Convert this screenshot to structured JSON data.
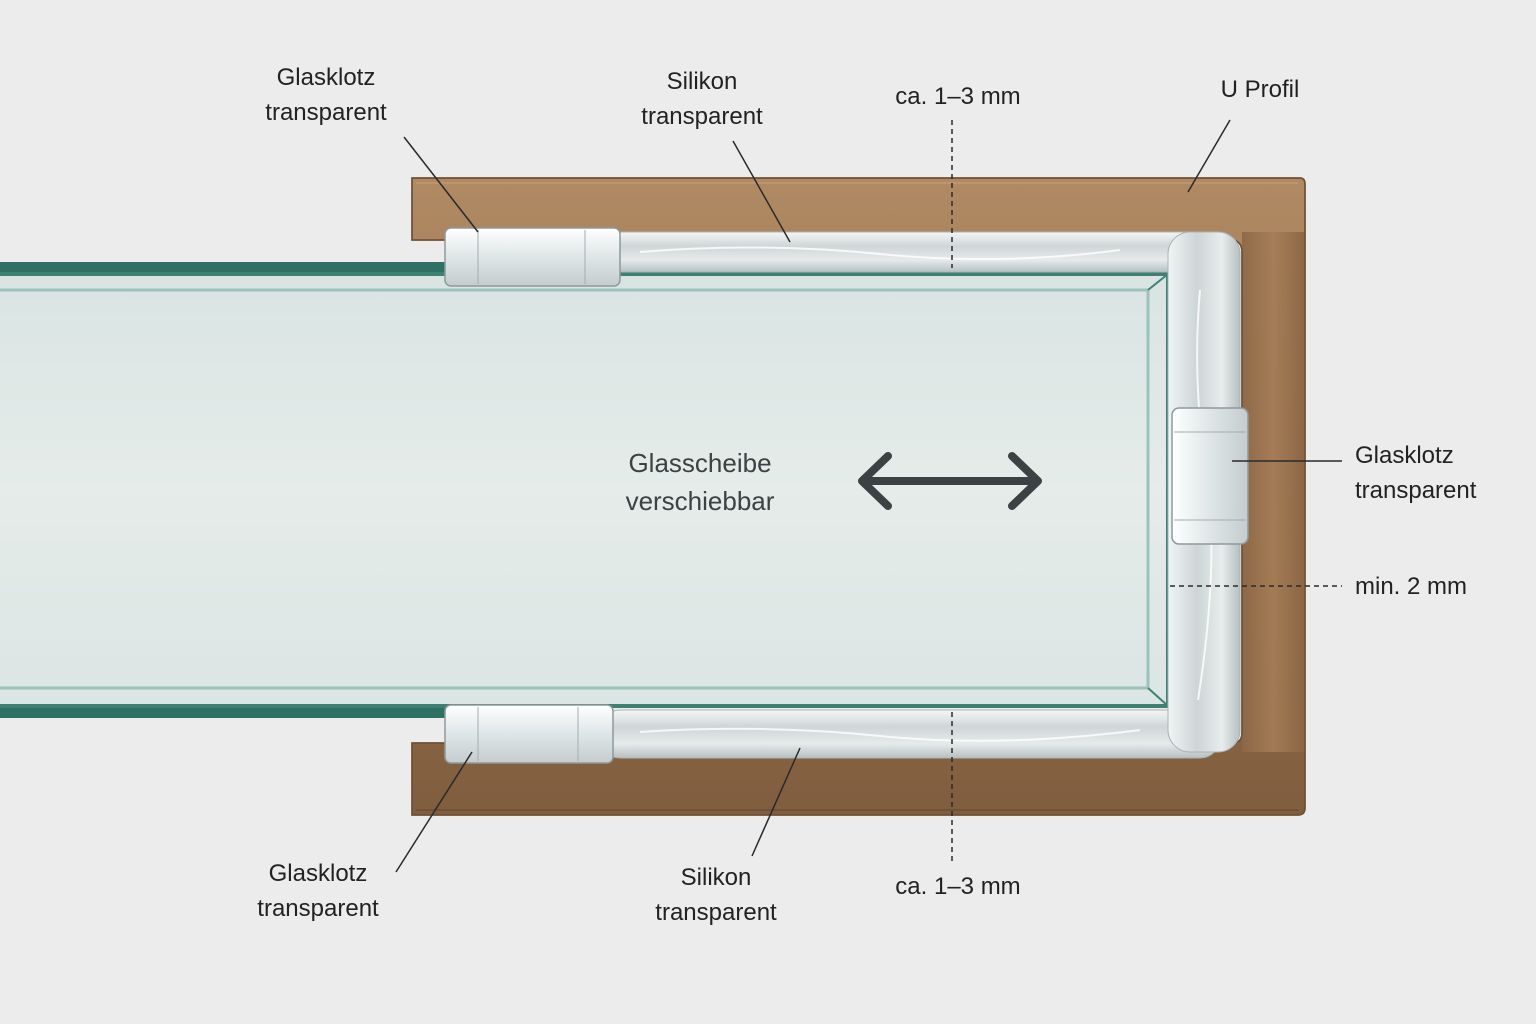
{
  "labels": {
    "top_block": {
      "line1": "Glasklotz",
      "line2": "transparent"
    },
    "top_silicone": {
      "line1": "Silikon",
      "line2": "transparent"
    },
    "top_gap": "ca. 1–3 mm",
    "u_profile": "U Profil",
    "right_block": {
      "line1": "Glasklotz",
      "line2": "transparent"
    },
    "min_gap": "min. 2 mm",
    "bottom_block": {
      "line1": "Glasklotz",
      "line2": "transparent"
    },
    "bottom_silicone": {
      "line1": "Silikon",
      "line2": "transparent"
    },
    "bottom_gap": "ca. 1–3 mm"
  },
  "center": {
    "line1": "Glasscheibe",
    "line2": "verschiebbar"
  },
  "arrow_icon": "double-arrow-horizontal-icon",
  "colors": {
    "background": "#ececec",
    "profile_bronze": "#9c7550",
    "glass_face": "#dfe8e6",
    "glass_edge": "#2f7065",
    "text": "#222222",
    "arrow": "#3c4143"
  }
}
